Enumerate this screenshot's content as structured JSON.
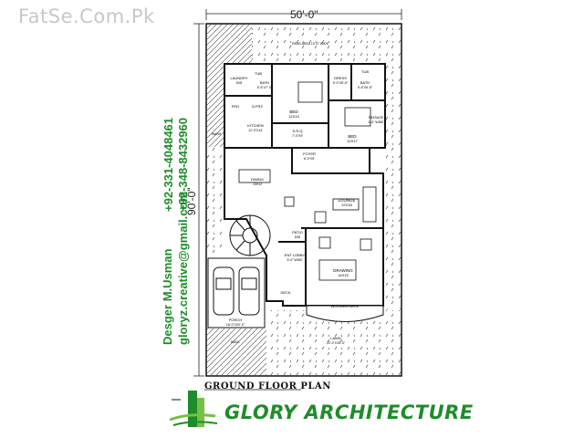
{
  "watermark": "FatSe.Com.Pk",
  "dimensions": {
    "width": "50'-0\"",
    "depth": "90'-0\""
  },
  "contact": {
    "designer": "Desger M.Usman",
    "email": "gloryz.creative@gmail.com",
    "phone1": "+92-331-4048461",
    "phone2": "+92-348-8432960"
  },
  "plan_title": "GROUND FLOOR PLAN",
  "brand": "GLORY ARCHITECTURE",
  "rooms": {
    "rear_area": "REAR AREA 10'-0\" WIDE",
    "laundry": "LAUNDRY",
    "laundry_size": "5X8",
    "tub1": "TUB",
    "bath1": "BATH",
    "bath1_size": "5'-6\"X7'-0\"",
    "bed1": "BED",
    "bed1_size": "12X13",
    "dress": "DRESS",
    "dress_size": "5'-0\"X5'-6\"",
    "tub2": "TUB",
    "bath2": "BATH",
    "bath2_size": "5'-6\"X5'-6\"",
    "fridge1": "FRG",
    "fridge2": "D.FRZ",
    "kitchen": "KITCHEN",
    "kitchen_size": "12'-0\"X14'",
    "wash": "WASH",
    "sr_q": "S.R.Q",
    "sr_q_size": "7'-0\"X9'",
    "foyer": "FOYER",
    "foyer_size": "6'-0\"X6'",
    "bed2": "BED",
    "bed2_size": "12X17",
    "passage": "PASSAGE",
    "passage_size": "4'-0\" WIDE",
    "dining": "DINING",
    "dining_size": "13X12",
    "lounge": "LOUNGE",
    "lounge_size": "22X18",
    "patio": "PATIO",
    "patio_size": "8X8",
    "ent_lobby": "ENT LOBBY",
    "ent_lobby_size": "5'-0\" WIDE",
    "drawing": "DRAWING",
    "drawing_size": "14X15",
    "deck": "DECK",
    "wooden_deck": "WOODEN DECK",
    "porch": "PORCH",
    "porch_size": "18'-0\"X20'-0\"",
    "lawn": "LAWN",
    "lawn_size": "22'-0\"X15'-0\"",
    "back_lawn": "BACK"
  }
}
